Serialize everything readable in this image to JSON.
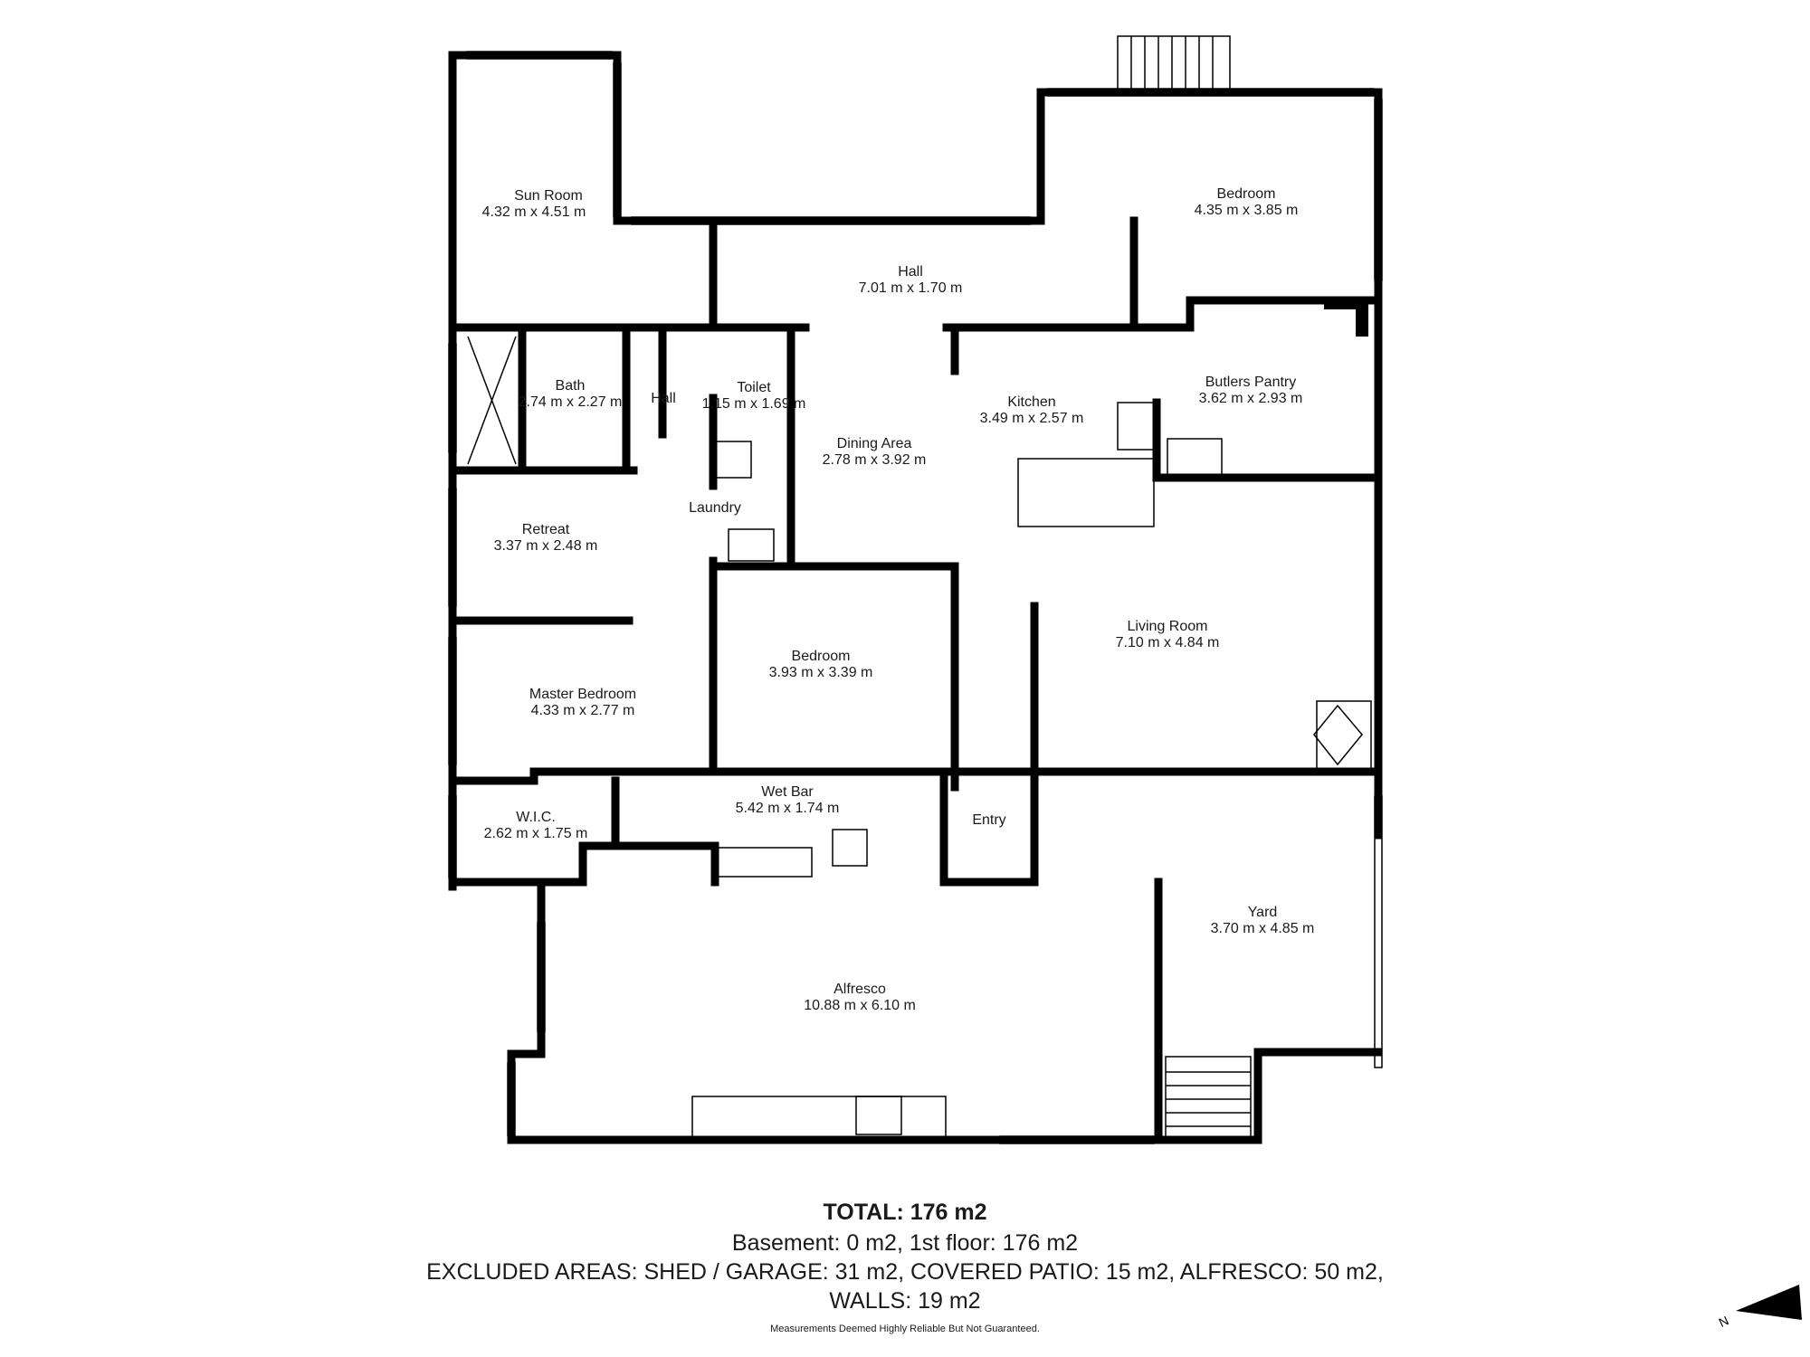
{
  "rooms": [
    {
      "name": "Sun Room",
      "dims": "4.32 m x 4.51 m"
    },
    {
      "name": "Bedroom",
      "dims": "4.35 m x 3.85 m"
    },
    {
      "name": "Hall",
      "dims": "7.01 m x 1.70 m"
    },
    {
      "name": "Bath",
      "dims": "2.74 m x 2.27 m"
    },
    {
      "name": "Hall",
      "dims": ""
    },
    {
      "name": "Toilet",
      "dims": "1.15 m x 1.69 m"
    },
    {
      "name": "Dining Area",
      "dims": "2.78 m x 3.92 m"
    },
    {
      "name": "Kitchen",
      "dims": "3.49 m x 2.57 m"
    },
    {
      "name": "Butlers Pantry",
      "dims": "3.62 m x 2.93 m"
    },
    {
      "name": "Laundry",
      "dims": ""
    },
    {
      "name": "Retreat",
      "dims": "3.37 m x 2.48 m"
    },
    {
      "name": "Bedroom",
      "dims": "3.93 m x 3.39 m"
    },
    {
      "name": "Living Room",
      "dims": "7.10 m x 4.84 m"
    },
    {
      "name": "Master Bedroom",
      "dims": "4.33 m x 2.77 m"
    },
    {
      "name": "W.I.C.",
      "dims": "2.62 m x 1.75 m"
    },
    {
      "name": "Wet Bar",
      "dims": "5.42 m x 1.74 m"
    },
    {
      "name": "Entry",
      "dims": ""
    },
    {
      "name": "Yard",
      "dims": "3.70 m x 4.85 m"
    },
    {
      "name": "Alfresco",
      "dims": "10.88 m x 6.10 m"
    }
  ],
  "summary": {
    "total": "TOTAL: 176 m2",
    "floors": "Basement: 0 m2, 1st floor: 176 m2",
    "excluded": "EXCLUDED AREAS: SHED / GARAGE: 31 m2, COVERED PATIO: 15 m2, ALFRESCO: 50 m2,",
    "walls": "WALLS: 19 m2",
    "disclaimer": "Measurements Deemed Highly Reliable But Not Guaranteed."
  },
  "compass": {
    "label": "N"
  }
}
